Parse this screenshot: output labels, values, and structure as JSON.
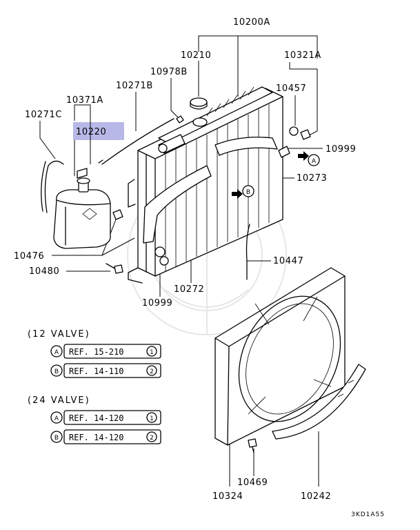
{
  "part_labels": {
    "p10200A": "10200A",
    "p10210": "10210",
    "p10321A": "10321A",
    "p10978B": "10978B",
    "p10271B": "10271B",
    "p10457": "10457",
    "p10371A": "10371A",
    "p10271C": "10271C",
    "p10220": "10220",
    "p10999a": "10999",
    "p10273": "10273",
    "p10476": "10476",
    "p10480": "10480",
    "p10447": "10447",
    "p10272": "10272",
    "p10999b": "10999",
    "p10469": "10469",
    "p10324": "10324",
    "p10242": "10242"
  },
  "callouts": {
    "a": "A",
    "b": "B"
  },
  "highlight_color": "#b8b8e8",
  "legend": {
    "group1": {
      "title": "(12 VALVE)",
      "rows": [
        {
          "marker": "A",
          "ref": "REF. 15-210",
          "page": "1"
        },
        {
          "marker": "B",
          "ref": "REF. 14-110",
          "page": "2"
        }
      ]
    },
    "group2": {
      "title": "(24 VALVE)",
      "rows": [
        {
          "marker": "A",
          "ref": "REF. 14-120",
          "page": "1"
        },
        {
          "marker": "B",
          "ref": "REF. 14-120",
          "page": "2"
        }
      ]
    }
  },
  "diagram_code": "3KD1A55"
}
